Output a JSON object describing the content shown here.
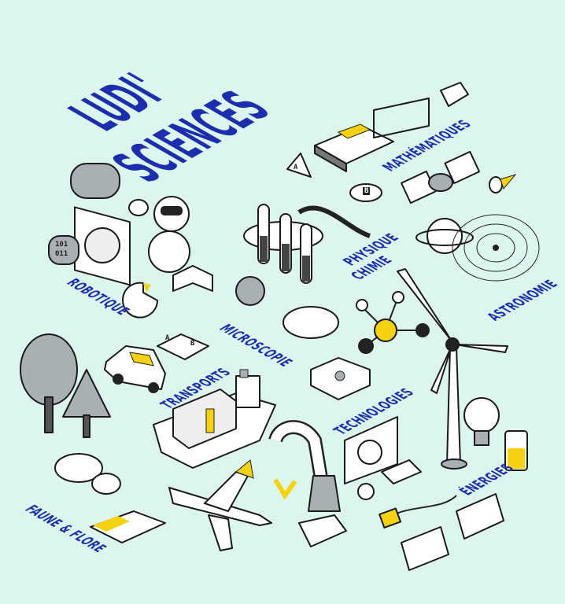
{
  "title": {
    "line1": "LUDI'",
    "line2": "SCIENCES"
  },
  "labels": {
    "mathematiques": "MATHÉMATIQUES",
    "robotique": "ROBOTIQUE",
    "physique_chimie_1": "PHYSIQUE",
    "physique_chimie_2": "CHIMIE",
    "astronomie": "ASTRONOMIE",
    "microscopie": "MICROSCOPIE",
    "transports": "TRANSPORTS",
    "technologies": "TECHNOLOGIES",
    "energies": "ÉNERGIES",
    "faune_flore": "FAUNE & FLORE"
  },
  "small_text": {
    "block_a": "A",
    "block_b": "B",
    "binary_1": "101",
    "binary_2": "011",
    "tag_a": "A",
    "tag_b": "B"
  },
  "colors": {
    "background": "#dcf6ef",
    "accent_blue": "#1b2fae",
    "accent_yellow": "#f5d20f",
    "gray": "#a8b0b4"
  }
}
